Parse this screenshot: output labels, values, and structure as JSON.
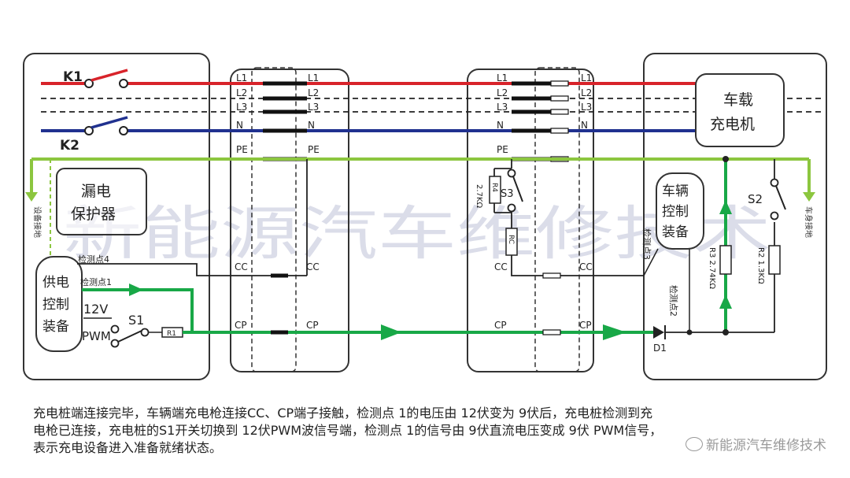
{
  "watermark": "新能源汽车维修技术",
  "credit": "新能源汽车维修技术",
  "labels": {
    "K1": "K1",
    "K2": "K2",
    "L1": "L1",
    "L2": "L2",
    "L3": "L3",
    "N": "N",
    "PE": "PE",
    "CC": "CC",
    "CP": "CP",
    "leakage_protector": [
      "漏电",
      "保护器"
    ],
    "power_supply_ctrl": [
      "供电",
      "控制",
      "装备"
    ],
    "vehicle_ctrl": [
      "车辆",
      "控制",
      "装备"
    ],
    "onboard_charger": [
      "车载",
      "充电机"
    ],
    "equipment_ground": "设备接地",
    "vehicle_ground": "车身接地",
    "detect_point_4": "检测点4",
    "detect_point_1": "检测点1",
    "detect_point_3": "检测点3",
    "detect_point_2": "检测点2",
    "v12": "12V",
    "pwm": "PWM",
    "S1": "S1",
    "S2": "S2",
    "S3": "S3",
    "R1": "R1",
    "R2": "R2 1.3KΩ",
    "R3": "R3 2.74KΩ",
    "R4": "R4",
    "RC": "RC",
    "R4_value": "2.7KΩ",
    "D1": "D1"
  },
  "caption": [
    "充电桩端连接完毕，车辆端充电枪连接CC、CP端子接触，检测点 1的电压由 12伏变为 9伏后，充电桩检测到充",
    "电枪已连接，充电桩的S1开关切换到 12伏PWM波信号端，检测点 1的信号由 9伏直流电压变成 9伏 PWM信号，",
    "表示充电设备进入准备就绪状态。"
  ],
  "colors": {
    "L1": "#d8232a",
    "N": "#20318f",
    "PE": "#8cc63f",
    "CP": "#18a847",
    "dark": "#222222"
  }
}
